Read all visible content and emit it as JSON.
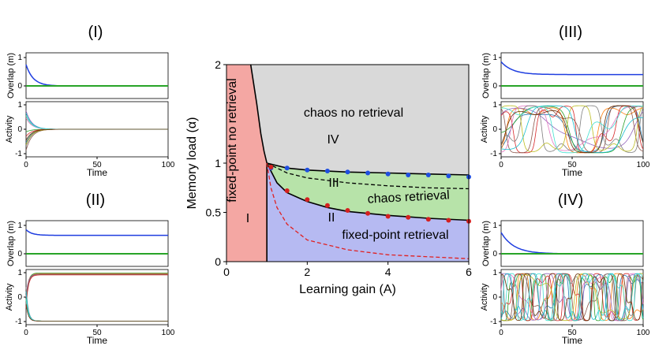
{
  "chart_data": [
    {
      "id": "phase-diagram",
      "type": "area",
      "xlabel": "Learning gain (A)",
      "ylabel": "Memory load (α)",
      "xlim": [
        0,
        6
      ],
      "ylim": [
        0,
        2
      ],
      "xticks": [
        "0",
        "2",
        "4",
        "6"
      ],
      "yticks": [
        "0",
        "0.5",
        "1",
        "2"
      ],
      "regions": [
        {
          "label": "I",
          "description": "fixed-point no retrieval",
          "color": "#f4a7a3"
        },
        {
          "label": "II",
          "description": "fixed-point retrieval",
          "color": "#b6baf2"
        },
        {
          "label": "III",
          "description": "chaos retrieval",
          "color": "#b7e3a9"
        },
        {
          "label": "IV",
          "description": "chaos no retrieval",
          "color": "#d9d9d9"
        }
      ],
      "boundary_I_IV": [
        [
          0.6,
          2.0
        ],
        [
          0.75,
          1.6
        ],
        [
          0.85,
          1.3
        ],
        [
          0.93,
          1.12
        ],
        [
          1.0,
          1.0
        ]
      ],
      "boundary_III_IV": [
        [
          1.0,
          1.0
        ],
        [
          1.5,
          0.95
        ],
        [
          2,
          0.93
        ],
        [
          3,
          0.91
        ],
        [
          4,
          0.9
        ],
        [
          5,
          0.89
        ],
        [
          6,
          0.88
        ]
      ],
      "boundary_II_III": [
        [
          1.0,
          1.0
        ],
        [
          1.25,
          0.8
        ],
        [
          1.5,
          0.7
        ],
        [
          2,
          0.61
        ],
        [
          2.5,
          0.55
        ],
        [
          3,
          0.51
        ],
        [
          4,
          0.47
        ],
        [
          5,
          0.44
        ],
        [
          6,
          0.42
        ]
      ],
      "dashed_black": [
        [
          1.0,
          1.0
        ],
        [
          1.5,
          0.9
        ],
        [
          2,
          0.85
        ],
        [
          3,
          0.8
        ],
        [
          4,
          0.77
        ],
        [
          5,
          0.75
        ],
        [
          6,
          0.74
        ]
      ],
      "dashed_red": [
        [
          1.0,
          1.0
        ],
        [
          1.1,
          0.75
        ],
        [
          1.25,
          0.55
        ],
        [
          1.5,
          0.38
        ],
        [
          2,
          0.22
        ],
        [
          3,
          0.12
        ],
        [
          4,
          0.07
        ],
        [
          5,
          0.05
        ],
        [
          6,
          0.03
        ]
      ],
      "blue_points": [
        [
          1.1,
          0.95
        ],
        [
          1.5,
          0.95
        ],
        [
          2,
          0.93
        ],
        [
          2.5,
          0.92
        ],
        [
          3,
          0.91
        ],
        [
          3.5,
          0.9
        ],
        [
          4,
          0.89
        ],
        [
          4.5,
          0.88
        ],
        [
          5,
          0.88
        ],
        [
          5.5,
          0.87
        ],
        [
          6,
          0.86
        ]
      ],
      "red_points": [
        [
          1.1,
          0.96
        ],
        [
          1.5,
          0.72
        ],
        [
          2,
          0.63
        ],
        [
          2.5,
          0.57
        ],
        [
          3,
          0.52
        ],
        [
          3.5,
          0.49
        ],
        [
          4,
          0.46
        ],
        [
          4.5,
          0.45
        ],
        [
          5,
          0.43
        ],
        [
          5.5,
          0.42
        ],
        [
          6,
          0.41
        ]
      ]
    },
    {
      "id": "panel-I",
      "type": "line",
      "title": "(I)",
      "overlap": {
        "ylabel": "Overlap (m)",
        "ytick_top": "1",
        "ytick_bottom": "0",
        "series": [
          {
            "color": "#1f3ee0",
            "kind": "decay",
            "start": 0.75,
            "end": 0.0,
            "tau": 5
          },
          {
            "color": "#28a428",
            "kind": "flat",
            "value": 0.0
          }
        ]
      },
      "activity": {
        "ylabel": "Activity",
        "yticks": [
          "1",
          "0",
          "-1"
        ],
        "pattern": "converge-to-zero"
      },
      "xlabel": "Time",
      "xticks": [
        "0",
        "50",
        "100"
      ],
      "xlim": [
        0,
        100
      ]
    },
    {
      "id": "panel-II",
      "type": "line",
      "title": "(II)",
      "overlap": {
        "ylabel": "Overlap (m)",
        "ytick_top": "1",
        "ytick_bottom": "0",
        "series": [
          {
            "color": "#1f3ee0",
            "kind": "decay",
            "start": 0.85,
            "end": 0.65,
            "tau": 4
          },
          {
            "color": "#28a428",
            "kind": "flat",
            "value": 0.0
          }
        ]
      },
      "activity": {
        "ylabel": "Activity",
        "yticks": [
          "1",
          "0",
          "-1"
        ],
        "pattern": "fixed-values"
      },
      "xlabel": "Time",
      "xticks": [
        "0",
        "50",
        "100"
      ],
      "xlim": [
        0,
        100
      ]
    },
    {
      "id": "panel-III",
      "type": "line",
      "title": "(III)",
      "overlap": {
        "ylabel": "Overlap (m)",
        "ytick_top": "1",
        "ytick_bottom": "0",
        "series": [
          {
            "color": "#1f3ee0",
            "kind": "decay",
            "start": 0.85,
            "end": 0.4,
            "tau": 8
          },
          {
            "color": "#28a428",
            "kind": "flat",
            "value": 0.0
          }
        ]
      },
      "activity": {
        "ylabel": "Activity",
        "yticks": [
          "1",
          "0",
          "-1"
        ],
        "pattern": "slow-chaos"
      },
      "xlabel": "Time",
      "xticks": [
        "0",
        "50",
        "100"
      ],
      "xlim": [
        0,
        100
      ]
    },
    {
      "id": "panel-IV",
      "type": "line",
      "title": "(IV)",
      "overlap": {
        "ylabel": "Overlap (m)",
        "ytick_top": "1",
        "ytick_bottom": "0",
        "series": [
          {
            "color": "#1f3ee0",
            "kind": "decay",
            "start": 0.75,
            "end": 0.0,
            "tau": 9
          },
          {
            "color": "#28a428",
            "kind": "flat",
            "value": 0.0
          }
        ]
      },
      "activity": {
        "ylabel": "Activity",
        "yticks": [
          "1",
          "0",
          "-1"
        ],
        "pattern": "fast-chaos"
      },
      "xlabel": "Time",
      "xticks": [
        "0",
        "50",
        "100"
      ],
      "xlim": [
        0,
        100
      ]
    }
  ],
  "activity_colors": [
    "#1f77b4",
    "#ff7f0e",
    "#2ca02c",
    "#d62728",
    "#9467bd",
    "#8c564b",
    "#e377c2",
    "#7f7f7f",
    "#bcbd22",
    "#17becf",
    "#40e0d0",
    "#6b2d00"
  ]
}
